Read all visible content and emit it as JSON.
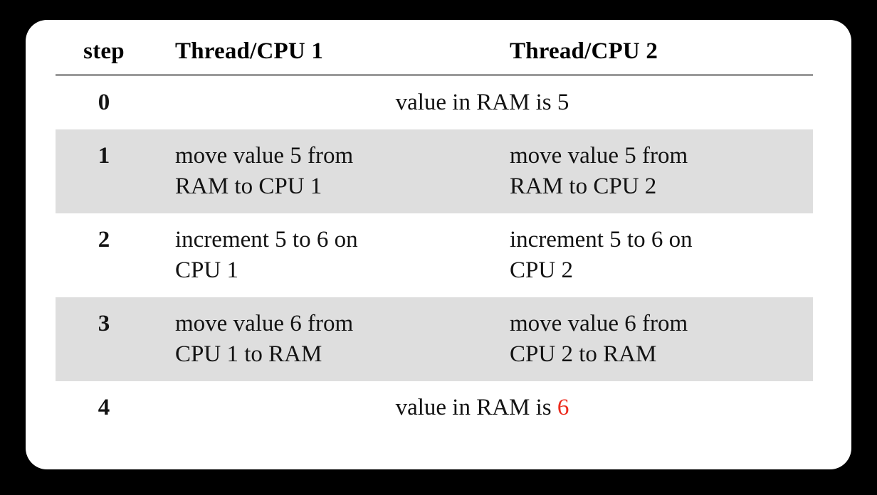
{
  "theme": {
    "background": "#000000",
    "card_background": "#ffffff",
    "shaded_row": "#dedede",
    "rule_color": "#9a9a9a",
    "text_color": "#131313",
    "highlight_color": "#ec2a1c"
  },
  "table": {
    "headers": {
      "step": "step",
      "cpu1": "Thread/CPU 1",
      "cpu2": "Thread/CPU 2"
    },
    "rows": [
      {
        "step": "0",
        "shaded": false,
        "spans_columns": true,
        "span_text_prefix": "value in RAM is ",
        "span_value": "5",
        "span_value_highlighted": false
      },
      {
        "step": "1",
        "shaded": true,
        "spans_columns": false,
        "cpu1_line1": "move value 5 from",
        "cpu1_line2": "RAM to CPU 1",
        "cpu2_line1": "move value 5 from",
        "cpu2_line2": "RAM to CPU 2"
      },
      {
        "step": "2",
        "shaded": false,
        "spans_columns": false,
        "cpu1_line1": "increment 5 to 6 on",
        "cpu1_line2": "CPU 1",
        "cpu2_line1": "increment 5 to 6 on",
        "cpu2_line2": "CPU 2"
      },
      {
        "step": "3",
        "shaded": true,
        "spans_columns": false,
        "cpu1_line1": "move value 6 from",
        "cpu1_line2": "CPU 1 to RAM",
        "cpu2_line1": "move value 6 from",
        "cpu2_line2": "CPU 2 to RAM"
      },
      {
        "step": "4",
        "shaded": false,
        "spans_columns": true,
        "span_text_prefix": "value in RAM is ",
        "span_value": "6",
        "span_value_highlighted": true
      }
    ]
  }
}
